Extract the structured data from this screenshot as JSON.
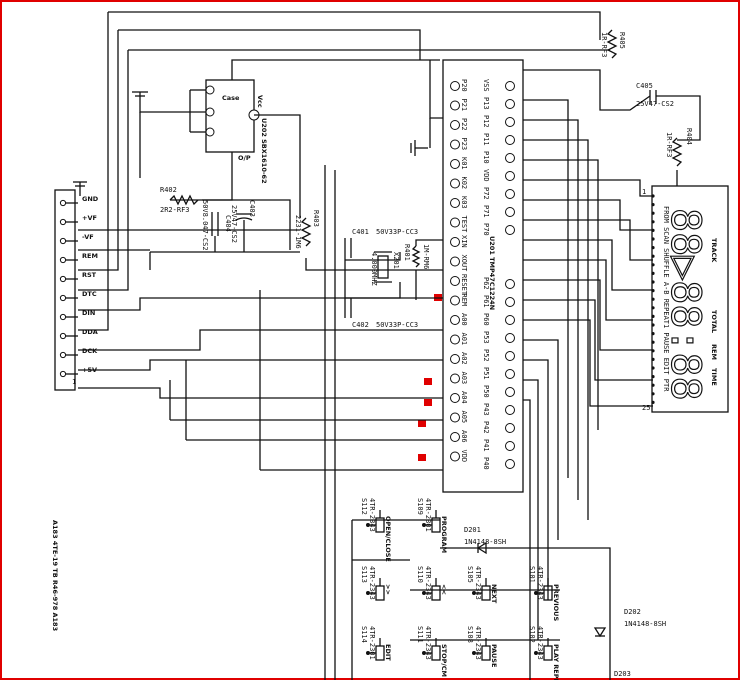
{
  "connector": {
    "ref": "A183 4TE-19 TB R46-978 A183",
    "labels": [
      "GND",
      "+VF",
      "-VF",
      "REM",
      "RST",
      "DTC",
      "DIN",
      "DDA",
      "DCK",
      "+5V"
    ],
    "pin_first": "1",
    "pin_last": "1"
  },
  "ic_u202": {
    "ref": "U202 SBX1610-62",
    "pins": [
      "Vcc",
      "Case",
      "Case",
      "O/P"
    ]
  },
  "r402": {
    "ref": "R402",
    "value": "2R2-RF3"
  },
  "c404": {
    "ref": "C404",
    "value": "50V8.047-CS2"
  },
  "c403": {
    "ref": "C403",
    "value": "25V47-CS2"
  },
  "r403": {
    "ref": "R403",
    "value": "2231-1M6"
  },
  "c401": {
    "ref": "C401",
    "value": "50V33P-CC3"
  },
  "c402": {
    "ref": "C402",
    "value": "50V33P-CC3"
  },
  "x201": {
    "ref": "X201",
    "value": "4.000MHZ"
  },
  "r401": {
    "ref": "R401",
    "value": "1M-RM6"
  },
  "mcu": {
    "left_pins": [
      "P20",
      "P21",
      "P22",
      "P23",
      "K01",
      "K02",
      "K03",
      "TEST",
      "XIN",
      "XOUT",
      "RESET",
      "REM",
      "A00",
      "A01",
      "A02",
      "A03",
      "A04",
      "A05",
      "A06",
      "VDD"
    ],
    "right_pins": [
      "VSS",
      "P13",
      "P12",
      "P11",
      "P10",
      "VDD",
      "P72",
      "P71",
      "P70",
      "U201",
      "TMP47C1224N",
      "P62",
      "P61",
      "P60",
      "P53",
      "P52",
      "P51",
      "P50",
      "P43",
      "P42",
      "P41",
      "P40"
    ],
    "ref": "U201 TMP47C1224N"
  },
  "r405": {
    "ref": "R405",
    "value": "1R-RF3"
  },
  "c405": {
    "ref": "C405",
    "value": "25V47-CS2"
  },
  "r404": {
    "ref": "R404",
    "value": "1R-RF3"
  },
  "display": {
    "status": "FROM SCAN SHUFFLE A-B REPEAT1 PAUSE EDIT PTR",
    "track": "TRACK",
    "total": "TOTAL",
    "rem": "REM",
    "time": "TIME",
    "digits": "88▷88:88",
    "pin_top": "1",
    "pin_bottom": "25"
  },
  "diodes": {
    "d201": {
      "ref": "D201",
      "value": "1N4148-8SH"
    },
    "d202": {
      "ref": "D202",
      "value": "1N4148-8SH"
    },
    "d203": {
      "ref": "D203"
    }
  },
  "switches": [
    {
      "ref": "S112",
      "part": "4TR-2343",
      "label": "OPEN/CLOSE"
    },
    {
      "ref": "S109",
      "part": "4TR-2301",
      "label": "PROGRAM"
    },
    {
      "ref": "S113",
      "part": "4TR-2343",
      "label": ">>"
    },
    {
      "ref": "S110",
      "part": "4TR-2343",
      "label": "<<"
    },
    {
      "ref": "S105",
      "part": "4TR-2343",
      "label": "NEXT"
    },
    {
      "ref": "S101",
      "part": "4TR-2343",
      "label": "PREVIOUS"
    },
    {
      "ref": "S114",
      "part": "4TR-2301",
      "label": "EDIT"
    },
    {
      "ref": "S111",
      "part": "4TR-2343",
      "label": "STOP/CM"
    },
    {
      "ref": "S108",
      "part": "4TR-2343",
      "label": "PAUSE"
    },
    {
      "ref": "S102",
      "part": "4TR-2343",
      "label": "PLAY REPLAY"
    }
  ]
}
